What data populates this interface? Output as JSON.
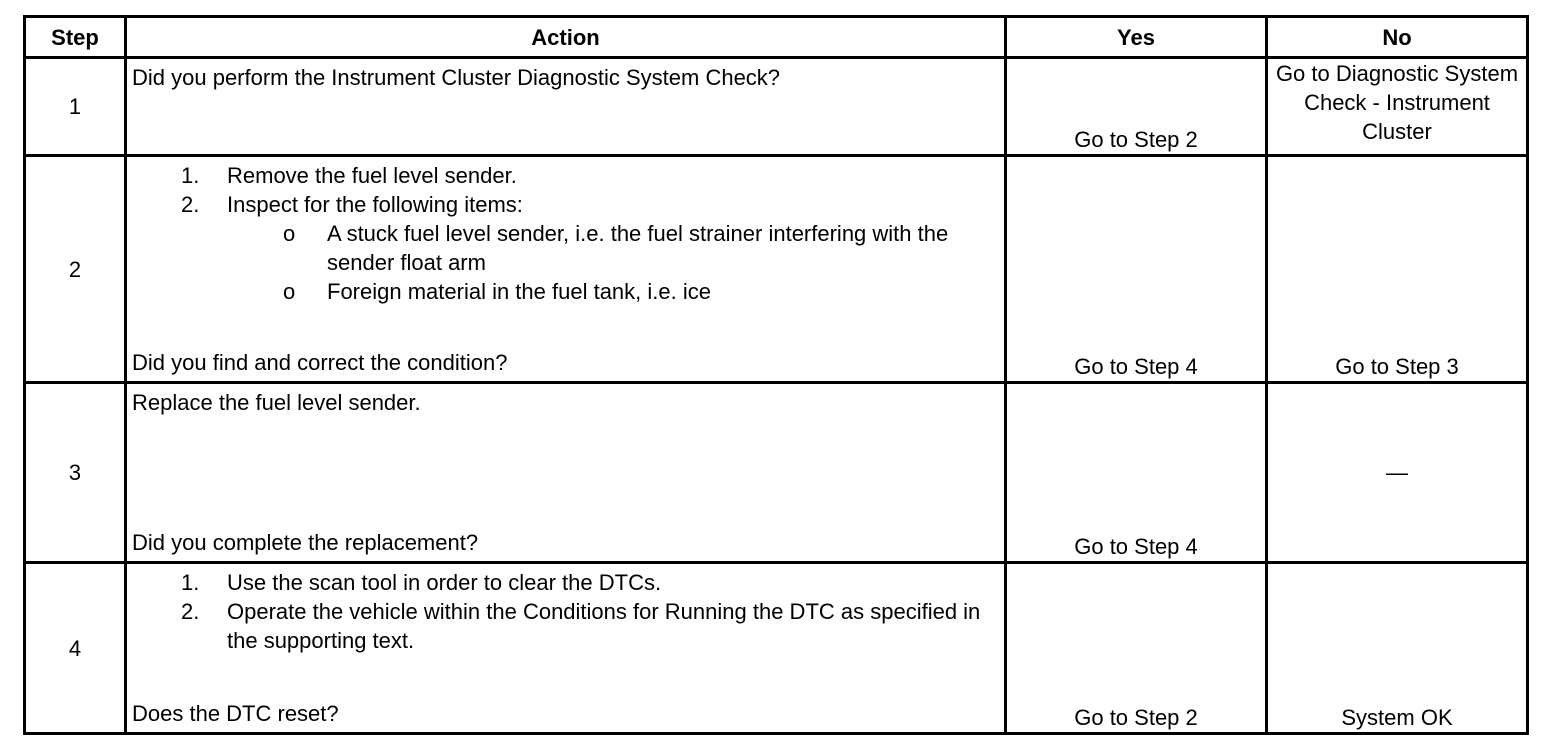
{
  "headers": {
    "step": "Step",
    "action": "Action",
    "yes": "Yes",
    "no": "No"
  },
  "rows": [
    {
      "step": "1",
      "action_text": "Did you perform the Instrument Cluster Diagnostic System Check?",
      "yes": "Go to Step 2",
      "no": "Go to Diagnostic System Check - Instrument Cluster"
    },
    {
      "step": "2",
      "items": [
        {
          "num": "1.",
          "text": "Remove the fuel level sender."
        },
        {
          "num": "2.",
          "text": "Inspect for the following items:"
        }
      ],
      "subitems": [
        {
          "bullet": "o",
          "text": "A stuck fuel level sender, i.e. the fuel strainer interfering with the sender float arm"
        },
        {
          "bullet": "o",
          "text": "Foreign material in the fuel tank, i.e. ice"
        }
      ],
      "question": "Did you find and correct the condition?",
      "yes": "Go to Step 4",
      "no": "Go to Step 3"
    },
    {
      "step": "3",
      "action_text": "Replace the fuel level sender.",
      "question": "Did you complete the replacement?",
      "yes": "Go to Step 4",
      "no": "—"
    },
    {
      "step": "4",
      "items": [
        {
          "num": "1.",
          "text": "Use the scan tool in order to clear the DTCs."
        },
        {
          "num": "2.",
          "text": "Operate the vehicle within the Conditions for Running the DTC as specified in the supporting text."
        }
      ],
      "question": "Does the DTC reset?",
      "yes": "Go to Step 2",
      "no": "System OK"
    }
  ]
}
